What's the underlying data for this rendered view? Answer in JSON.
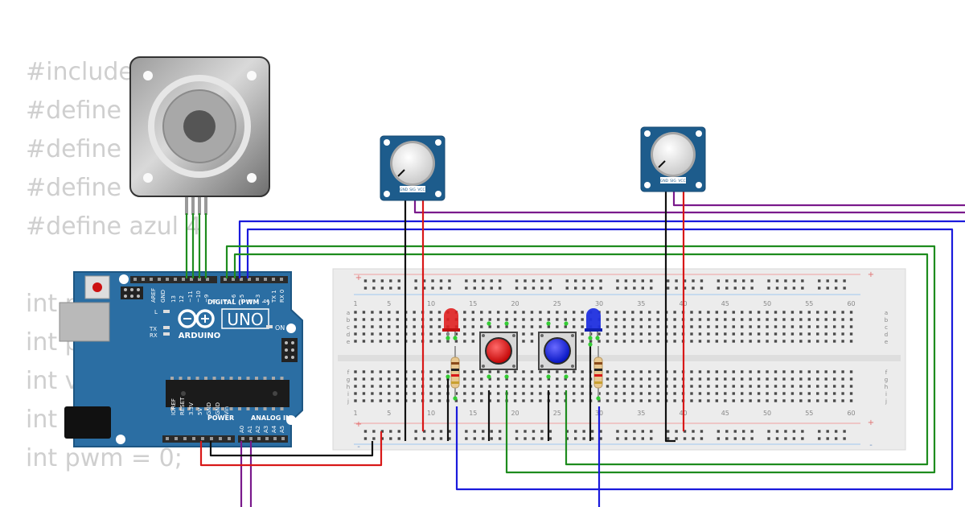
{
  "code_lines": [
    "#include <",
    "#define L",
    "#define L",
    "#define v",
    "#define azul 4",
    "",
    "int p",
    "int p",
    "int v",
    "int",
    "int pwm = 0;"
  ],
  "arduino": {
    "brand": "ARDUINO",
    "model": "UNO",
    "digital_header": "DIGITAL (PWM ~)",
    "power_header": "POWER",
    "analog_header": "ANALOG IN",
    "on_label": "ON",
    "l_label": "L",
    "tx_label": "TX",
    "rx_label": "RX",
    "top_pins": [
      "AREF",
      "GND",
      "13",
      "12",
      "~11",
      "~10",
      "~9",
      "8",
      "7",
      "~6",
      "~5",
      "4",
      "~3",
      "2",
      "TX 1",
      "RX 0"
    ],
    "power_pins": [
      "IOREF",
      "RESET",
      "3.3V",
      "5V",
      "GND",
      "GND",
      "Vin"
    ],
    "analog_pins": [
      "A0",
      "A1",
      "A2",
      "A3",
      "A4",
      "A5"
    ]
  },
  "potentiometers": [
    {
      "pins": [
        "GND",
        "SIG",
        "VCC"
      ]
    },
    {
      "pins": [
        "GND",
        "SIG",
        "VCC"
      ]
    }
  ],
  "breadboard": {
    "column_numbers": [
      "1",
      "5",
      "10",
      "15",
      "20",
      "25",
      "30",
      "35",
      "40",
      "45",
      "50",
      "55",
      "60"
    ],
    "row_letters_top": [
      "a",
      "b",
      "c",
      "d",
      "e"
    ],
    "row_letters_bottom": [
      "f",
      "g",
      "h",
      "i",
      "j"
    ],
    "rail_plus": "+",
    "rail_minus": "-"
  },
  "colors": {
    "wire_green": "#1e8c1e",
    "wire_blue": "#1a1adc",
    "wire_purple": "#7a1a8c",
    "wire_red": "#d81818",
    "wire_black": "#111111",
    "led_red": "#e02020",
    "led_blue": "#2030e0",
    "board_blue": "#2b6ea3"
  },
  "icons": [
    "stepper-motor-icon",
    "potentiometer-icon",
    "push-button-icon",
    "led-icon",
    "resistor-icon"
  ]
}
